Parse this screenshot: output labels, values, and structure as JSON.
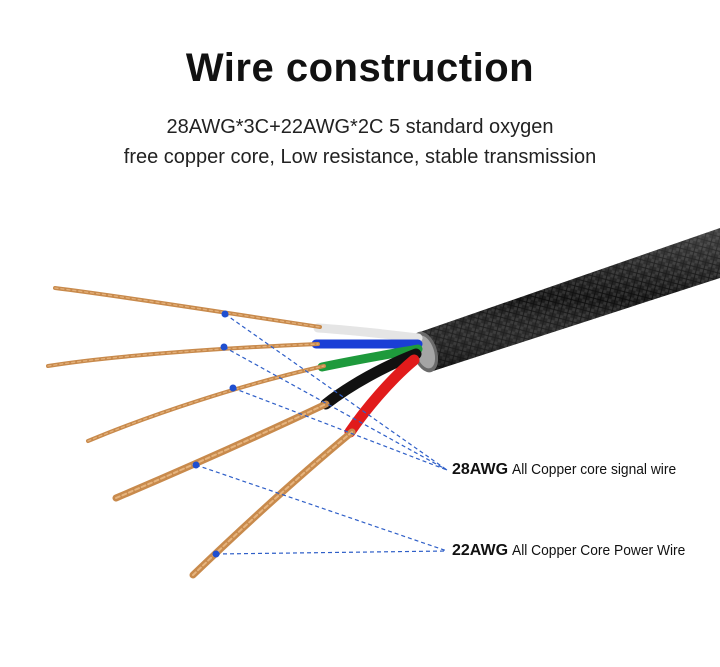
{
  "title": "Wire construction",
  "subtitle_line1": "28AWG*3C+22AWG*2C 5 standard oxygen",
  "subtitle_line2": "free copper core, Low resistance, stable transmission",
  "callouts": [
    {
      "gauge": "28AWG",
      "description": "All Copper core signal wire"
    },
    {
      "gauge": "22AWG",
      "description": "All Copper Core Power Wire"
    }
  ],
  "colors": {
    "copper": "#c88a4c",
    "jacket": "#1b1b1b",
    "leader_line": "#2f5fc8",
    "dot": "#1f4fd0",
    "insulation": [
      "#f2f2f2",
      "#1a3fd6",
      "#1e9a3c",
      "#111111",
      "#e11b1b"
    ]
  }
}
